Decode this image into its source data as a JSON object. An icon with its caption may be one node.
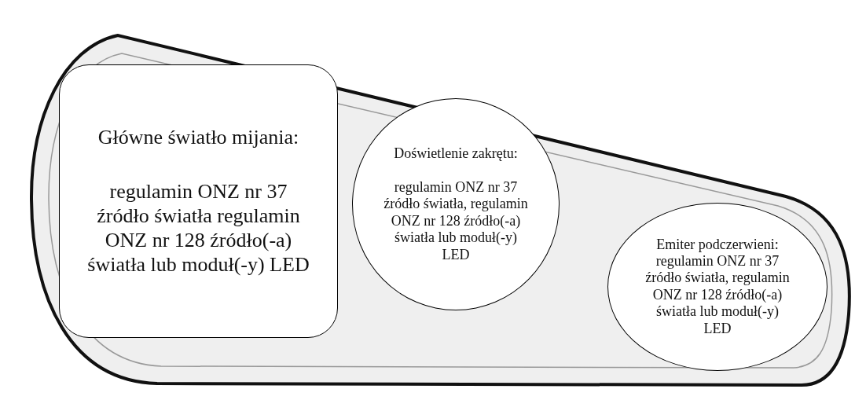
{
  "diagram": {
    "nodes": [
      {
        "text": [
          "Główne światło mijania:",
          "regulamin ONZ nr 37 źródło światła regulamin ONZ nr 128 źródło(-a) światła lub moduł(-y) LED"
        ]
      },
      {
        "text": [
          "Doświetlenie zakrętu:",
          "regulamin ONZ nr 37 źródło światła, regulamin ONZ nr 128 źródło(-a) światła lub moduł(-y) LED"
        ]
      },
      {
        "text": [
          "Emiter podczerwieni:",
          "regulamin ONZ nr 37 źródło światła, regulamin ONZ nr 128 źródło(-a) światła lub moduł(-y) LED"
        ]
      }
    ]
  }
}
